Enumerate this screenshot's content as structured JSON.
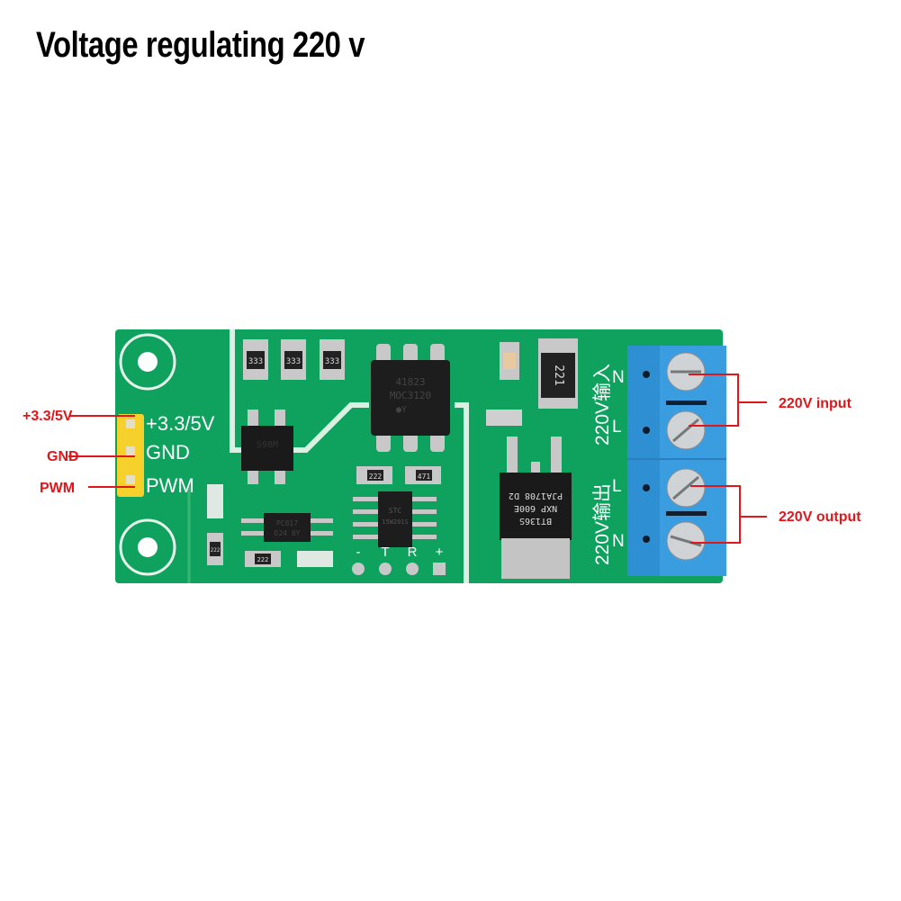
{
  "title": "Voltage regulating 220 v",
  "callouts": {
    "vcc": "+3.3/5V",
    "gnd": "GND",
    "pwm": "PWM",
    "input": "220V input",
    "output": "220V output"
  },
  "silkscreen": {
    "vcc": "+3.3/5V",
    "gnd": "GND",
    "pwm": "PWM",
    "input_label": "220V输入",
    "output_label": "220V输出",
    "terminals": [
      "N",
      "L",
      "L",
      "N"
    ],
    "pads": [
      "-",
      "T",
      "R",
      "+"
    ]
  },
  "components": {
    "resistors_top": [
      "333",
      "333",
      "333"
    ],
    "optocoupler": [
      "41823",
      "MOC3120",
      "●Y"
    ],
    "resistor_222": "222",
    "resistor_471": "471",
    "resistor_221": "221",
    "resistor_222b": "222",
    "resistor_222c": "222",
    "triac": [
      "BT136S",
      "NXP 600E",
      "PJA1708 D2"
    ],
    "mcu": [
      "STC",
      "15W201S"
    ],
    "bridge": "S98M",
    "opto2": [
      "PC817",
      "D24 8Y"
    ]
  },
  "colors": {
    "pcb": "#0fa15e",
    "callout": "#e0161b",
    "terminal": "#3a9de0",
    "header": "#f6d12b"
  }
}
